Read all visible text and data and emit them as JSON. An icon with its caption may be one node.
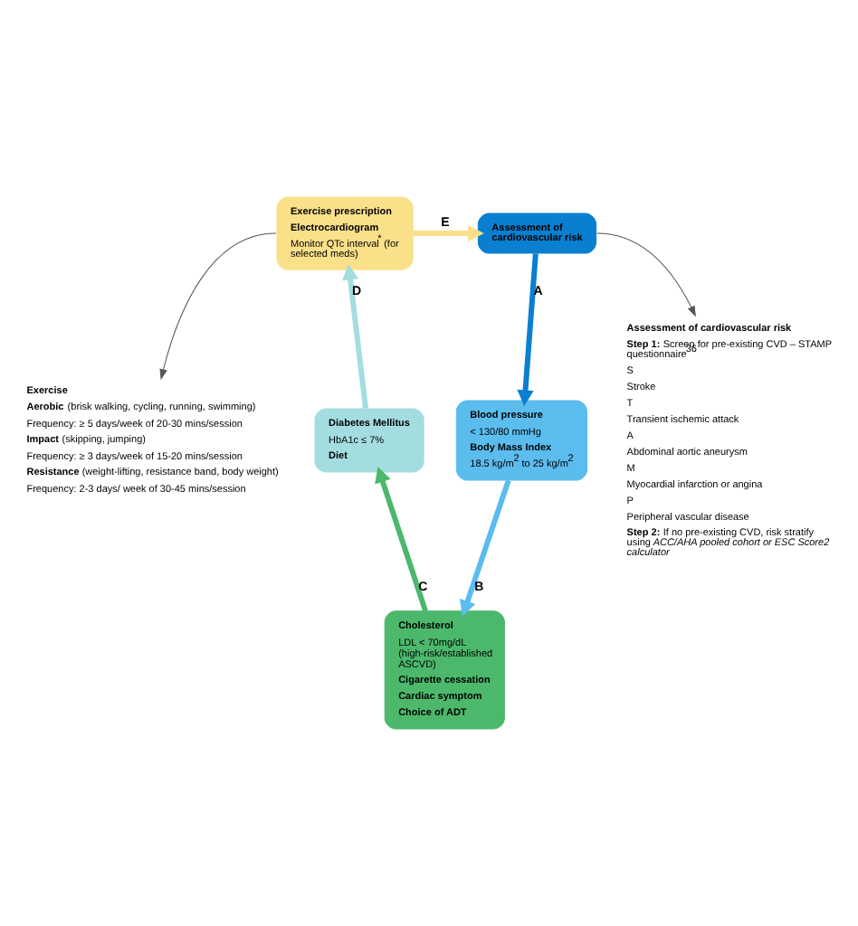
{
  "diagram": {
    "nodes": [
      {
        "text": [
          "**Assessment of cardiovascular risk**"
        ]
      },
      {
        "text": [
          "**Blood pressure**",
          "< 130/80 mmHg",
          "**Body Mass Index**",
          "18.5 kg/m$^{2}$ to 25 kg/m$^{2}$"
        ]
      },
      {
        "text": [
          "**Cholesterol**",
          "LDL < 70mg/dL (high-risk/established ASCVD)",
          "**Cigarette cessation**",
          "**Cardiac symptom**",
          "**Choice of ADT**"
        ]
      },
      {
        "text": [
          "**Diabetes Mellitus**",
          "HbA1c ≤ 7%",
          "**Diet**"
        ]
      },
      {
        "text": [
          "**Exercise prescription**",
          "**Electrocardiogram**",
          "Monitor QTc interval$^{*}$ (for selected meds)"
        ]
      },
      {
        "text": [
          "**Exercise**",
          "**Aerobic** (brisk walking, cycling, running, swimming)",
          "Frequency: ≥ 5 days/week of 20-30 mins/session",
          "**Impact** (skipping, jumping)",
          "Frequency: ≥ 3 days/week of 15-20 mins/session",
          "**Resistance** (weight-lifting, resistance band, body weight)",
          "Frequency: 2-3 days/ week of 30-45 mins/session"
        ]
      },
      {
        "text": [
          "**Assessment of cardiovascular risk**",
          "**Step 1:** Screen for pre-existing CVD – STAMP questionnaire$^{36}$",
          "S",
          "Stroke",
          "T",
          "Transient ischemic attack",
          "A",
          "Abdominal aortic aneurysm",
          "M",
          "Myocardial infarction or angina",
          "P",
          "Peripheral vascular disease",
          "**Step 2:** If no pre-existing CVD, risk stratify using *ACC/AHA pooled cohort or ESC Score2 calculator*"
        ]
      }
    ],
    "edges": [
      {
        "from": 0,
        "to": 1,
        "arrow": "to",
        "label": "A",
        "color": "#0a7fd0"
      },
      {
        "from": 1,
        "to": 2,
        "arrow": "to",
        "label": "B",
        "color": "#5bbcee"
      },
      {
        "from": 2,
        "to": 3,
        "arrow": "to",
        "label": "C",
        "color": "#4cb86c"
      },
      {
        "from": 3,
        "to": 4,
        "arrow": "to",
        "label": "D",
        "color": "#a4dde0"
      },
      {
        "from": 4,
        "to": 0,
        "arrow": "to",
        "label": "E",
        "color": "#fbe08a"
      },
      {
        "from": 4,
        "to": 5,
        "arrow": "to",
        "color": "#555555"
      },
      {
        "from": 0,
        "to": 6,
        "arrow": "to",
        "color": "#555555"
      }
    ]
  }
}
